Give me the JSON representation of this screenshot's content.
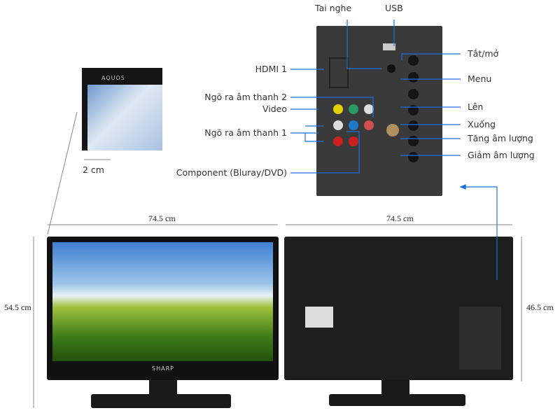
{
  "top_labels": {
    "headphone": "Tai nghe",
    "usb": "USB"
  },
  "left_labels": {
    "hdmi": "HDMI 1",
    "audio_out_2": "Ngõ ra âm thanh 2",
    "video": "Video",
    "audio_out_1": "Ngõ ra âm thanh 1",
    "component": "Component (Bluray/DVD)"
  },
  "right_labels": {
    "power": "Tắt/mở",
    "menu": "Menu",
    "ch_up": "Lên",
    "ch_down": "Xuống",
    "vol_up": "Tăng âm lượng",
    "vol_down": "Giảm âm lượng"
  },
  "dimensions": {
    "bezel": "2 cm",
    "front_width": "74.5 cm",
    "back_width": "74.5 cm",
    "front_height": "54.5 cm",
    "back_height": "46.5 cm"
  },
  "branding": {
    "series": "AQUOS",
    "brand": "SHARP"
  },
  "colors": {
    "callout_line": "#1a6fe0",
    "dimension_line": "#888888"
  }
}
